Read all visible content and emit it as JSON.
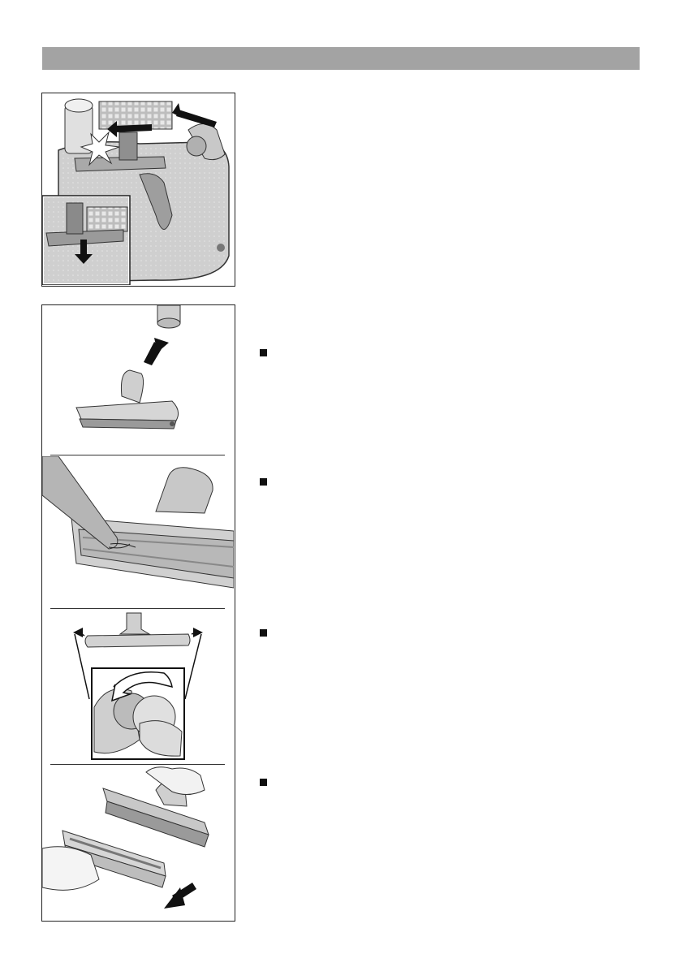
{
  "header": {
    "bar_color": "#a3a3a3"
  },
  "figures": [
    {
      "icon": "vacuum-cleaner-nozzle-park-illustration"
    },
    {
      "icon": "nozzle-detach-illustration"
    },
    {
      "icon": "nozzle-brush-cleaning-illustration"
    },
    {
      "icon": "nozzle-end-cap-rotate-illustration"
    },
    {
      "icon": "nozzle-brush-removal-illustration"
    }
  ],
  "bullets": [
    {
      "icon": "square-bullet"
    },
    {
      "icon": "square-bullet"
    },
    {
      "icon": "square-bullet"
    },
    {
      "icon": "square-bullet"
    }
  ]
}
